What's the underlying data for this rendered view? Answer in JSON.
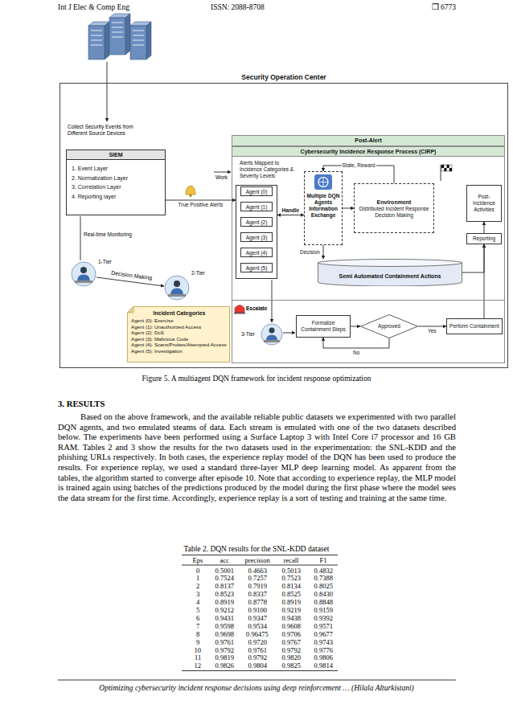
{
  "diagram": {
    "caption": "Figure 5. A multiagent DQN framework for incident response optimization",
    "nodes": [
      {
        "text": [
          "Security Operation Center"
        ]
      },
      {
        "text": [
          "SIEM",
          "1. Event Layer",
          "2. Normalization Layer",
          "3. Correlation Layer",
          "4. Reporting layer"
        ],
        "in": 0
      },
      {
        "text": [
          "Post-Alert"
        ],
        "in": 0
      },
      {
        "text": [
          "Cybersecurity Incidence Response Process (CIRP)"
        ],
        "in": 2
      },
      {
        "text": [
          "Alerts Mapped to Incidence Categories & Severity Levels"
        ],
        "in": 3
      },
      {
        "text": [
          "Agent (0)"
        ],
        "in": 4
      },
      {
        "text": [
          "Agent (1)"
        ],
        "in": 4
      },
      {
        "text": [
          "Agent (2)"
        ],
        "in": 4
      },
      {
        "text": [
          "Agent (3)"
        ],
        "in": 4
      },
      {
        "text": [
          "Agent (4)"
        ],
        "in": 4
      },
      {
        "text": [
          "Agent (5)"
        ],
        "in": 4
      },
      {
        "text": [
          "Multiple DQN Agents Information Exchange"
        ],
        "in": 3
      },
      {
        "text": [
          "Environment",
          "Distributed Incident Response Decision Making"
        ],
        "in": 3
      },
      {
        "text": [
          "Post-Incidence Activities"
        ],
        "in": 3
      },
      {
        "text": [
          "Reporting"
        ],
        "in": 3
      },
      {
        "text": [
          "Semi Automated Containment Actions"
        ],
        "in": 3
      },
      {
        "text": [
          "Incident Categories",
          "Agent (0): Exercise",
          "Agent (1): Unauthorized Access",
          "Agent (2): DoS",
          "Agent (3): Malicious Code",
          "Agent (4): Scans/Probes/Attempted Access",
          "Agent (5): Investigation"
        ],
        "in": 0
      },
      {
        "text": [
          "Formalize Containment Steps"
        ],
        "in": 2
      },
      {
        "text": [
          "Approved"
        ],
        "in": 2
      },
      {
        "text": [
          "Perform Containment"
        ],
        "in": 2
      }
    ],
    "edges": [
      {
        "from": 1,
        "to": 4,
        "label": "True Positive Alerts",
        "arrow": "to"
      },
      {
        "from": 4,
        "to": 11,
        "label": "Handle",
        "arrow": "both"
      },
      {
        "from": 12,
        "to": 11,
        "label": "State, Reward",
        "arrow": "to"
      },
      {
        "from": 11,
        "to": 12,
        "arrow": "to"
      },
      {
        "from": 11,
        "to": 15,
        "label": "Decision",
        "arrow": "to"
      },
      {
        "from": 15,
        "to": 14,
        "arrow": "to"
      },
      {
        "from": 14,
        "to": 13,
        "arrow": "to"
      },
      {
        "from": 19,
        "to": 14,
        "arrow": "to"
      },
      {
        "from": 17,
        "to": 18,
        "arrow": "to"
      },
      {
        "from": 18,
        "to": 19,
        "label": "Yes",
        "arrow": "to"
      },
      {
        "from": 18,
        "to": 17,
        "label": "No",
        "arrow": "to"
      }
    ],
    "labels": [
      "Int J Elec & Comp Eng",
      "ISSN: 2088-8708",
      "❒ 6773",
      "Collect Security Events from Different Source Devices",
      "Work",
      "Real-time Monitoring",
      "1-Tier",
      "Decision Making",
      "2-Tier",
      "Escalate",
      "3-Tier",
      "3. RESULTS",
      "Based on the above framework, and the available reliable public datasets we experimented with two parallel DQN agents, and two emulated steams of data. Each stream is emulated with one of the two datasets described below. The experiments have been performed using a Surface Laptop 3 with Intel Core i7 processor and 16 GB RAM. Tables 2 and 3 show the results for the two datasets used in the experimentation: the SNL-KDD and the phishing URLs respectively. In both cases, the experience replay model of the DQN has been used to produce the results. For experience replay, we used a standard three-layer MLP deep learning model. As apparent from the tables, the algorithm started to converge after episode 10. Note that according to experience replay, the MLP model is trained again using batches of the predictions produced by the model during the first phase where the model sees the data stream for the first time. Accordingly, experience replay is a sort of testing and training at the same time.",
      "Table 2. DQN results for the SNL-KDD dataset",
      "Eps",
      "acc",
      "precision",
      "recall",
      "F1",
      "0",
      "0.5001",
      "0.4663",
      "0.5013",
      "0.4832",
      "1",
      "0.7524",
      "0.7257",
      "0.7523",
      "0.7388",
      "2",
      "0.8137",
      "0.7919",
      "0.8134",
      "0.8025",
      "3",
      "0.8523",
      "0.8337",
      "0.8525",
      "0.8430",
      "4",
      "0.8919",
      "0.8778",
      "0.8919",
      "0.8848",
      "5",
      "0.9212",
      "0.9100",
      "0.9219",
      "0.9159",
      "6",
      "0.9431",
      "0.9347",
      "0.9438",
      "0.9392",
      "7",
      "0.9598",
      "0.9534",
      "0.9608",
      "0.9571",
      "8",
      "0.9698",
      "0.96475",
      "0.9706",
      "0.9677",
      "9",
      "0.9761",
      "0.9720",
      "0.9767",
      "0.9743",
      "10",
      "0.9792",
      "0.9761",
      "0.9792",
      "0.9776",
      "11",
      "0.9819",
      "0.9792",
      "0.9820",
      "0.9806",
      "12",
      "0.9826",
      "0.9804",
      "0.9825",
      "0.9814",
      "Optimizing cybersecurity incident response decisions using deep reinforcement … (Hilala Alturkistani)"
    ]
  }
}
